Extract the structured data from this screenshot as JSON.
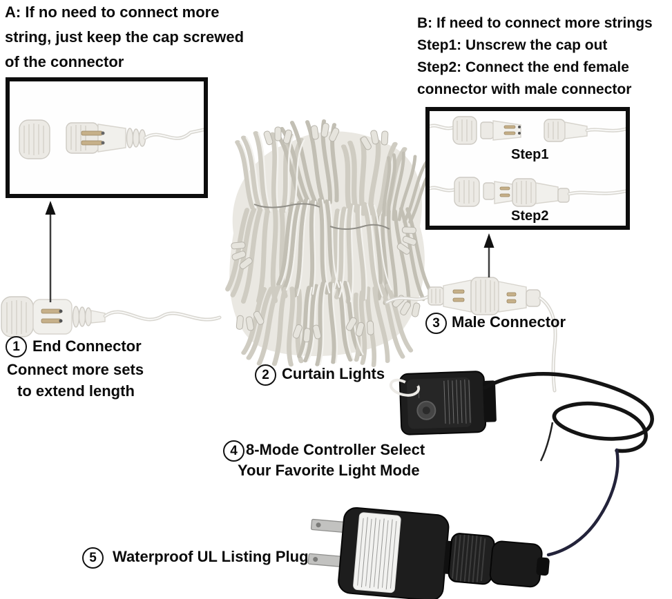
{
  "instructions": {
    "a_lines": [
      "A: If no need to connect more",
      "string, just keep the cap screwed",
      "of the connector"
    ],
    "b_lines": [
      "B: If need to connect more strings",
      "Step1: Unscrew the cap out",
      "Step2: Connect the end female",
      "connector with male connector"
    ]
  },
  "insets": {
    "steps": {
      "step1": "Step1",
      "step2": "Step2"
    }
  },
  "callouts": [
    {
      "num": "1",
      "label": "End Connector",
      "desc": [
        "Connect more sets",
        "to extend length"
      ]
    },
    {
      "num": "2",
      "label": "Curtain Lights"
    },
    {
      "num": "3",
      "label": "Male Connector"
    },
    {
      "num": "4",
      "label": "8-Mode Controller Select",
      "desc": [
        "Your Favorite Light Mode"
      ]
    },
    {
      "num": "5",
      "label": "Waterproof UL Listing Plug"
    }
  ],
  "icons": {
    "arrow_left": "up-arrow-icon",
    "arrow_right": "up-arrow-icon"
  },
  "colors": {
    "text": "#0b0b0b",
    "inset_border": "#0d0d0d",
    "device_black": "#1d1d1d",
    "clear_wire": "#d9d7d1",
    "dark_wire": "#23233a",
    "lights_gray": "#cfccc2",
    "background": "#ffffff"
  }
}
